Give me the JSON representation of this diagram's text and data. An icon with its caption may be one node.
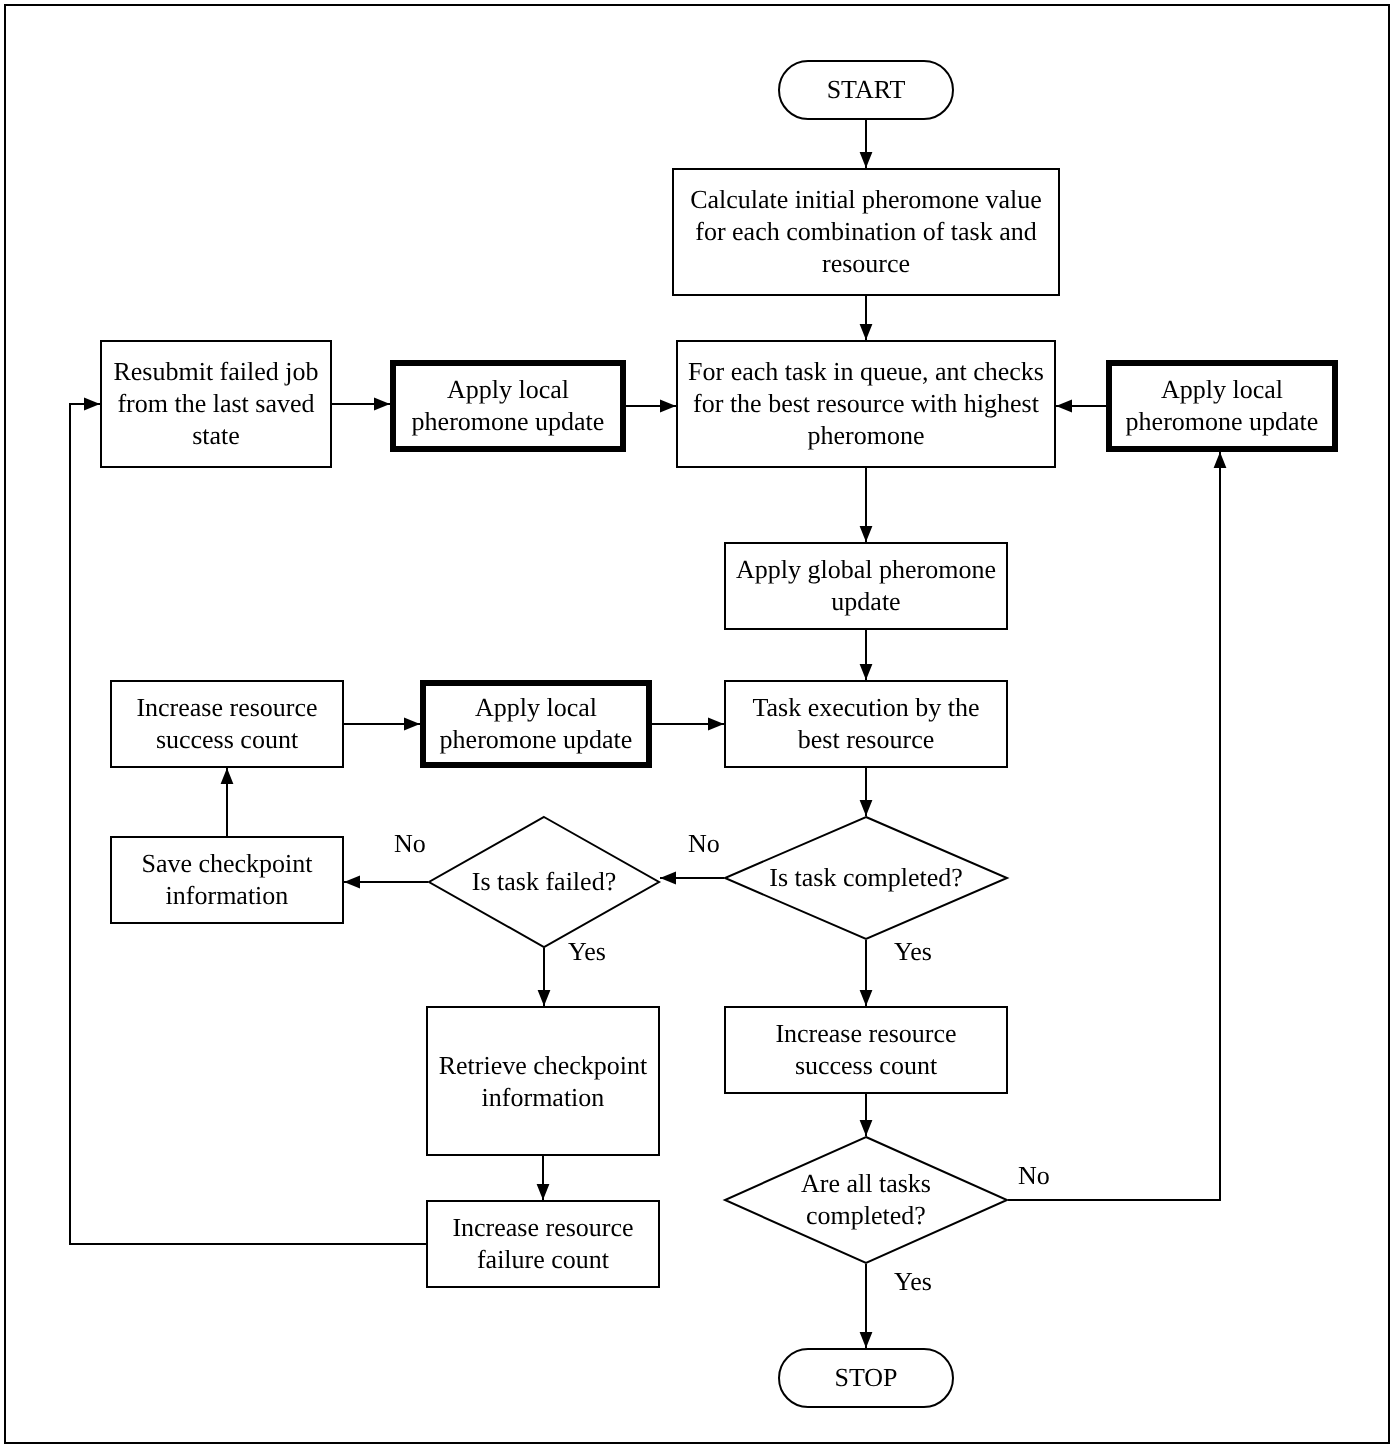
{
  "diagram": {
    "nodes": [
      {
        "text": [
          "START"
        ]
      },
      {
        "text": [
          "Calculate initial pheromone value for each combination of task and resource"
        ]
      },
      {
        "text": [
          "Resubmit failed job from the last saved state"
        ]
      },
      {
        "text": [
          "Apply local pheromone update"
        ]
      },
      {
        "text": [
          "For each task in queue, ant checks for the best resource with highest pheromone"
        ]
      },
      {
        "text": [
          "Apply local pheromone update"
        ]
      },
      {
        "text": [
          "Apply global pheromone update"
        ]
      },
      {
        "text": [
          "Increase resource success count"
        ]
      },
      {
        "text": [
          "Apply local pheromone update"
        ]
      },
      {
        "text": [
          "Task execution by the best resource"
        ]
      },
      {
        "text": [
          "Save checkpoint information"
        ]
      },
      {
        "text": [
          "Is task failed?"
        ]
      },
      {
        "text": [
          "Is task completed?"
        ]
      },
      {
        "text": [
          "Retrieve checkpoint information"
        ]
      },
      {
        "text": [
          "Increase resource success count"
        ]
      },
      {
        "text": [
          "Increase resource failure count"
        ]
      },
      {
        "text": [
          "Are all tasks completed?"
        ]
      },
      {
        "text": [
          "STOP"
        ]
      }
    ],
    "edges": [
      {
        "from": 0,
        "to": 1,
        "arrow": "to"
      },
      {
        "from": 1,
        "to": 4,
        "arrow": "to"
      },
      {
        "from": 2,
        "to": 3,
        "arrow": "to"
      },
      {
        "from": 3,
        "to": 4,
        "arrow": "to"
      },
      {
        "from": 5,
        "to": 4,
        "arrow": "to"
      },
      {
        "from": 4,
        "to": 6,
        "arrow": "to"
      },
      {
        "from": 6,
        "to": 9,
        "arrow": "to"
      },
      {
        "from": 7,
        "to": 8,
        "arrow": "to"
      },
      {
        "from": 8,
        "to": 9,
        "arrow": "to"
      },
      {
        "from": 9,
        "to": 12,
        "arrow": "to"
      },
      {
        "from": 12,
        "to": 11,
        "arrow": "to",
        "label": "No"
      },
      {
        "from": 11,
        "to": 10,
        "arrow": "to",
        "label": "No"
      },
      {
        "from": 10,
        "to": 7,
        "arrow": "to"
      },
      {
        "from": 11,
        "to": 13,
        "arrow": "to",
        "label": "Yes"
      },
      {
        "from": 13,
        "to": 15,
        "arrow": "to"
      },
      {
        "from": 15,
        "to": 2,
        "arrow": "to"
      },
      {
        "from": 12,
        "to": 14,
        "arrow": "to",
        "label": "Yes"
      },
      {
        "from": 14,
        "to": 16,
        "arrow": "to"
      },
      {
        "from": 16,
        "to": 17,
        "arrow": "to",
        "label": "Yes"
      },
      {
        "from": 16,
        "to": 5,
        "arrow": "to",
        "label": "No"
      }
    ]
  }
}
